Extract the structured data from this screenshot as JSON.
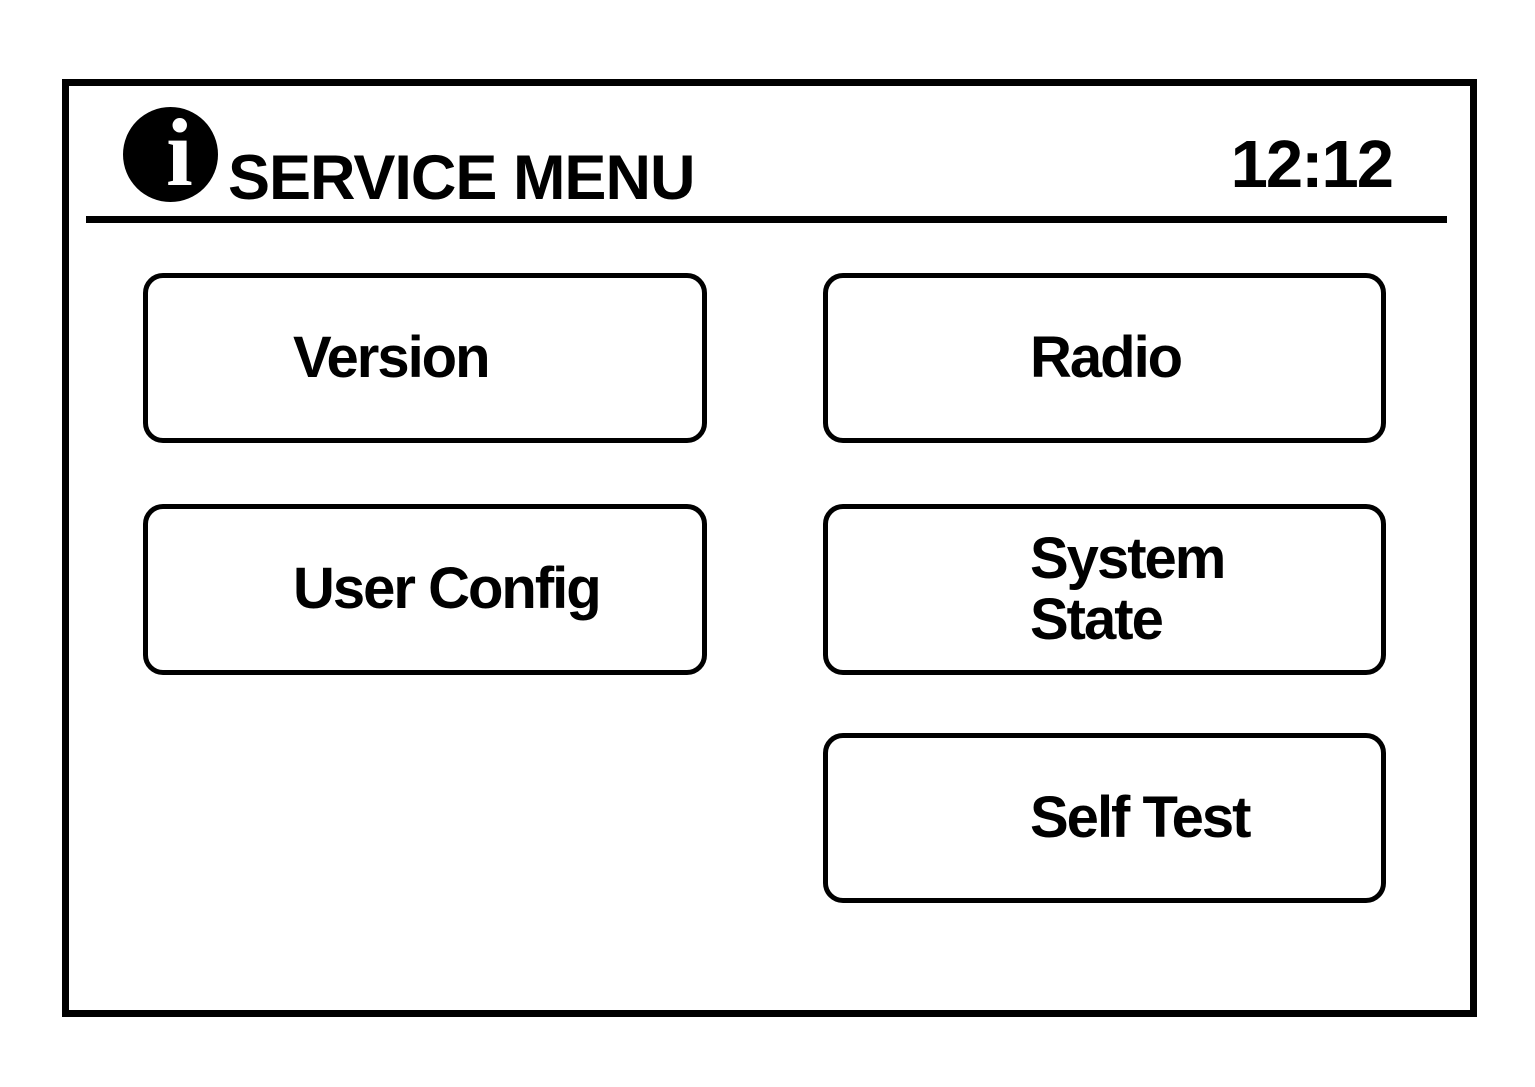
{
  "header": {
    "title": "SERVICE MENU",
    "time": "12:12"
  },
  "icons": {
    "info": "i"
  },
  "buttons": {
    "version": {
      "label": "Version"
    },
    "radio": {
      "label": "Radio"
    },
    "user_config": {
      "label": "User Config"
    },
    "system_state": {
      "label": "System\nState"
    },
    "self_test": {
      "label": "Self Test"
    }
  },
  "colors": {
    "foreground": "#000000",
    "background": "#ffffff"
  }
}
